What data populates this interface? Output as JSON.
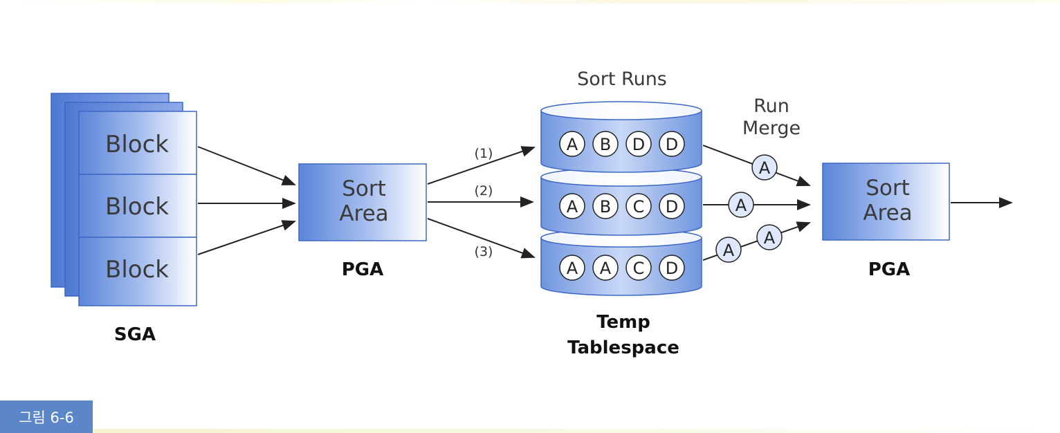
{
  "figure": {
    "caption": "그림 6-6"
  },
  "sga": {
    "blocks": [
      "Block",
      "Block",
      "Block"
    ],
    "label": "SGA"
  },
  "pga_left": {
    "box_text": [
      "Sort",
      "Area"
    ],
    "label": "PGA"
  },
  "arrow_labels": [
    "(1)",
    "(2)",
    "(3)"
  ],
  "temp": {
    "title": "Sort Runs",
    "runs": [
      [
        "A",
        "B",
        "D",
        "D"
      ],
      [
        "A",
        "B",
        "C",
        "D"
      ],
      [
        "A",
        "A",
        "C",
        "D"
      ]
    ],
    "label_line1": "Temp",
    "label_line2": "Tablespace"
  },
  "merge": {
    "label_line1": "Run",
    "label_line2": "Merge",
    "items": [
      "A",
      "A",
      "A",
      "A"
    ]
  },
  "pga_right": {
    "box_text": [
      "Sort",
      "Area"
    ],
    "label": "PGA"
  },
  "colors": {
    "box_dark": "#5d86d6",
    "box_light": "#ffffff",
    "box_border": "#3d67c4",
    "arrow": "#222222",
    "caption_bg": "#5b87c8"
  }
}
